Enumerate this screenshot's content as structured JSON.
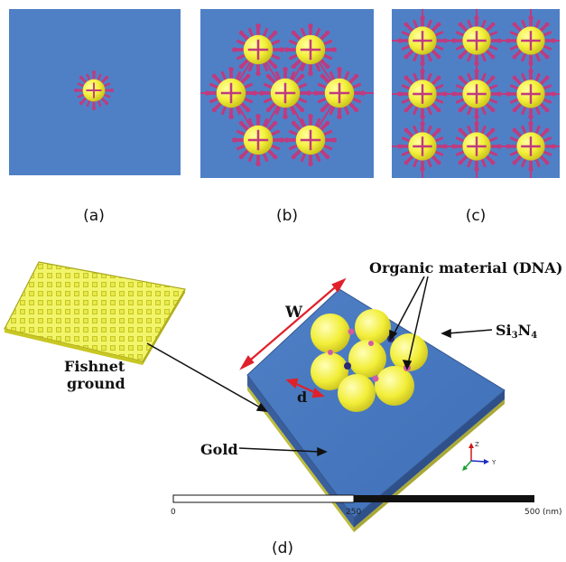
{
  "panels": {
    "a": {
      "caption": "(a)"
    },
    "b": {
      "caption": "(b)"
    },
    "c": {
      "caption": "(c)"
    },
    "d": {
      "caption": "(d)"
    }
  },
  "labels": {
    "organic": "Organic material (DNA)",
    "w": "W",
    "si3n4_main": "Si",
    "si3n4_sub3": "3",
    "si3n4_n": "N",
    "si3n4_sub4": "4",
    "fishnet_line1": "Fishnet",
    "fishnet_line2": "ground",
    "d": "d",
    "gold": "Gold",
    "axis_z": "Z",
    "axis_y": "Y"
  },
  "scale_bar": {
    "tick_0": "0",
    "tick_mid": "250",
    "tick_end": "500 (nm)"
  },
  "colors": {
    "substrate_blue": "#4f80c6",
    "sphere_yellow": "#f3f03a",
    "spike_magenta": "#c03a7f",
    "arrow_red": "#e0202a",
    "fishnet_yellow": "#e8ec3a"
  }
}
